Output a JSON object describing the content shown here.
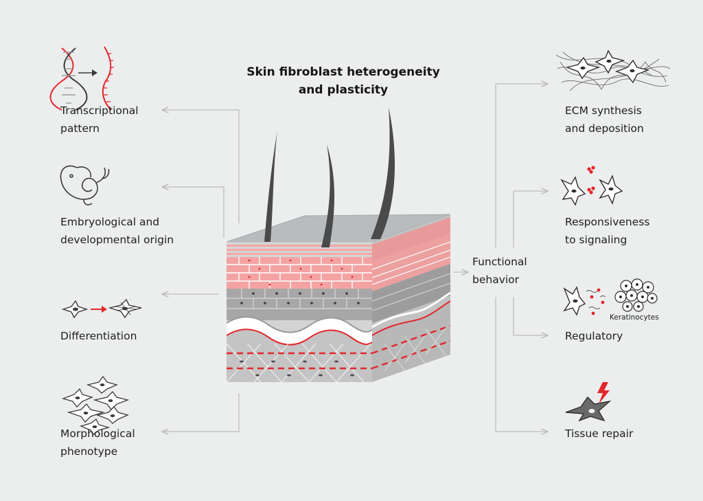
{
  "diagram": {
    "title_line1": "Skin fibroblast heterogeneity",
    "title_line2": "and plasticity",
    "left_items": [
      {
        "line1": "Transcriptional",
        "line2": "pattern",
        "icon": "dna-transcription-icon"
      },
      {
        "line1": "Embryological and",
        "line2": "developmental origin",
        "icon": "embryo-icon"
      },
      {
        "line1": "Differentiation",
        "line2": "",
        "icon": "differentiation-cells-icon"
      },
      {
        "line1": "Morphological",
        "line2": "phenotype",
        "icon": "fibroblast-cluster-icon"
      }
    ],
    "hub": {
      "line1": "Functional",
      "line2": "behavior"
    },
    "right_items": [
      {
        "line1": "ECM synthesis",
        "line2": "and deposition",
        "icon": "ecm-network-icon"
      },
      {
        "line1": "Responsiveness",
        "line2": "to signaling",
        "icon": "signaling-cells-icon"
      },
      {
        "line1": "Regulatory",
        "line2": "",
        "icon": "regulatory-cells-icon"
      },
      {
        "line1": "Tissue repair",
        "line2": "",
        "icon": "injured-cell-icon"
      }
    ],
    "keratinocytes_label": "Keratinocytes",
    "colors": {
      "accent": "#e3262b",
      "line": "#bdbdbd",
      "background": "#eceded",
      "dark": "#4a4a4a"
    }
  }
}
